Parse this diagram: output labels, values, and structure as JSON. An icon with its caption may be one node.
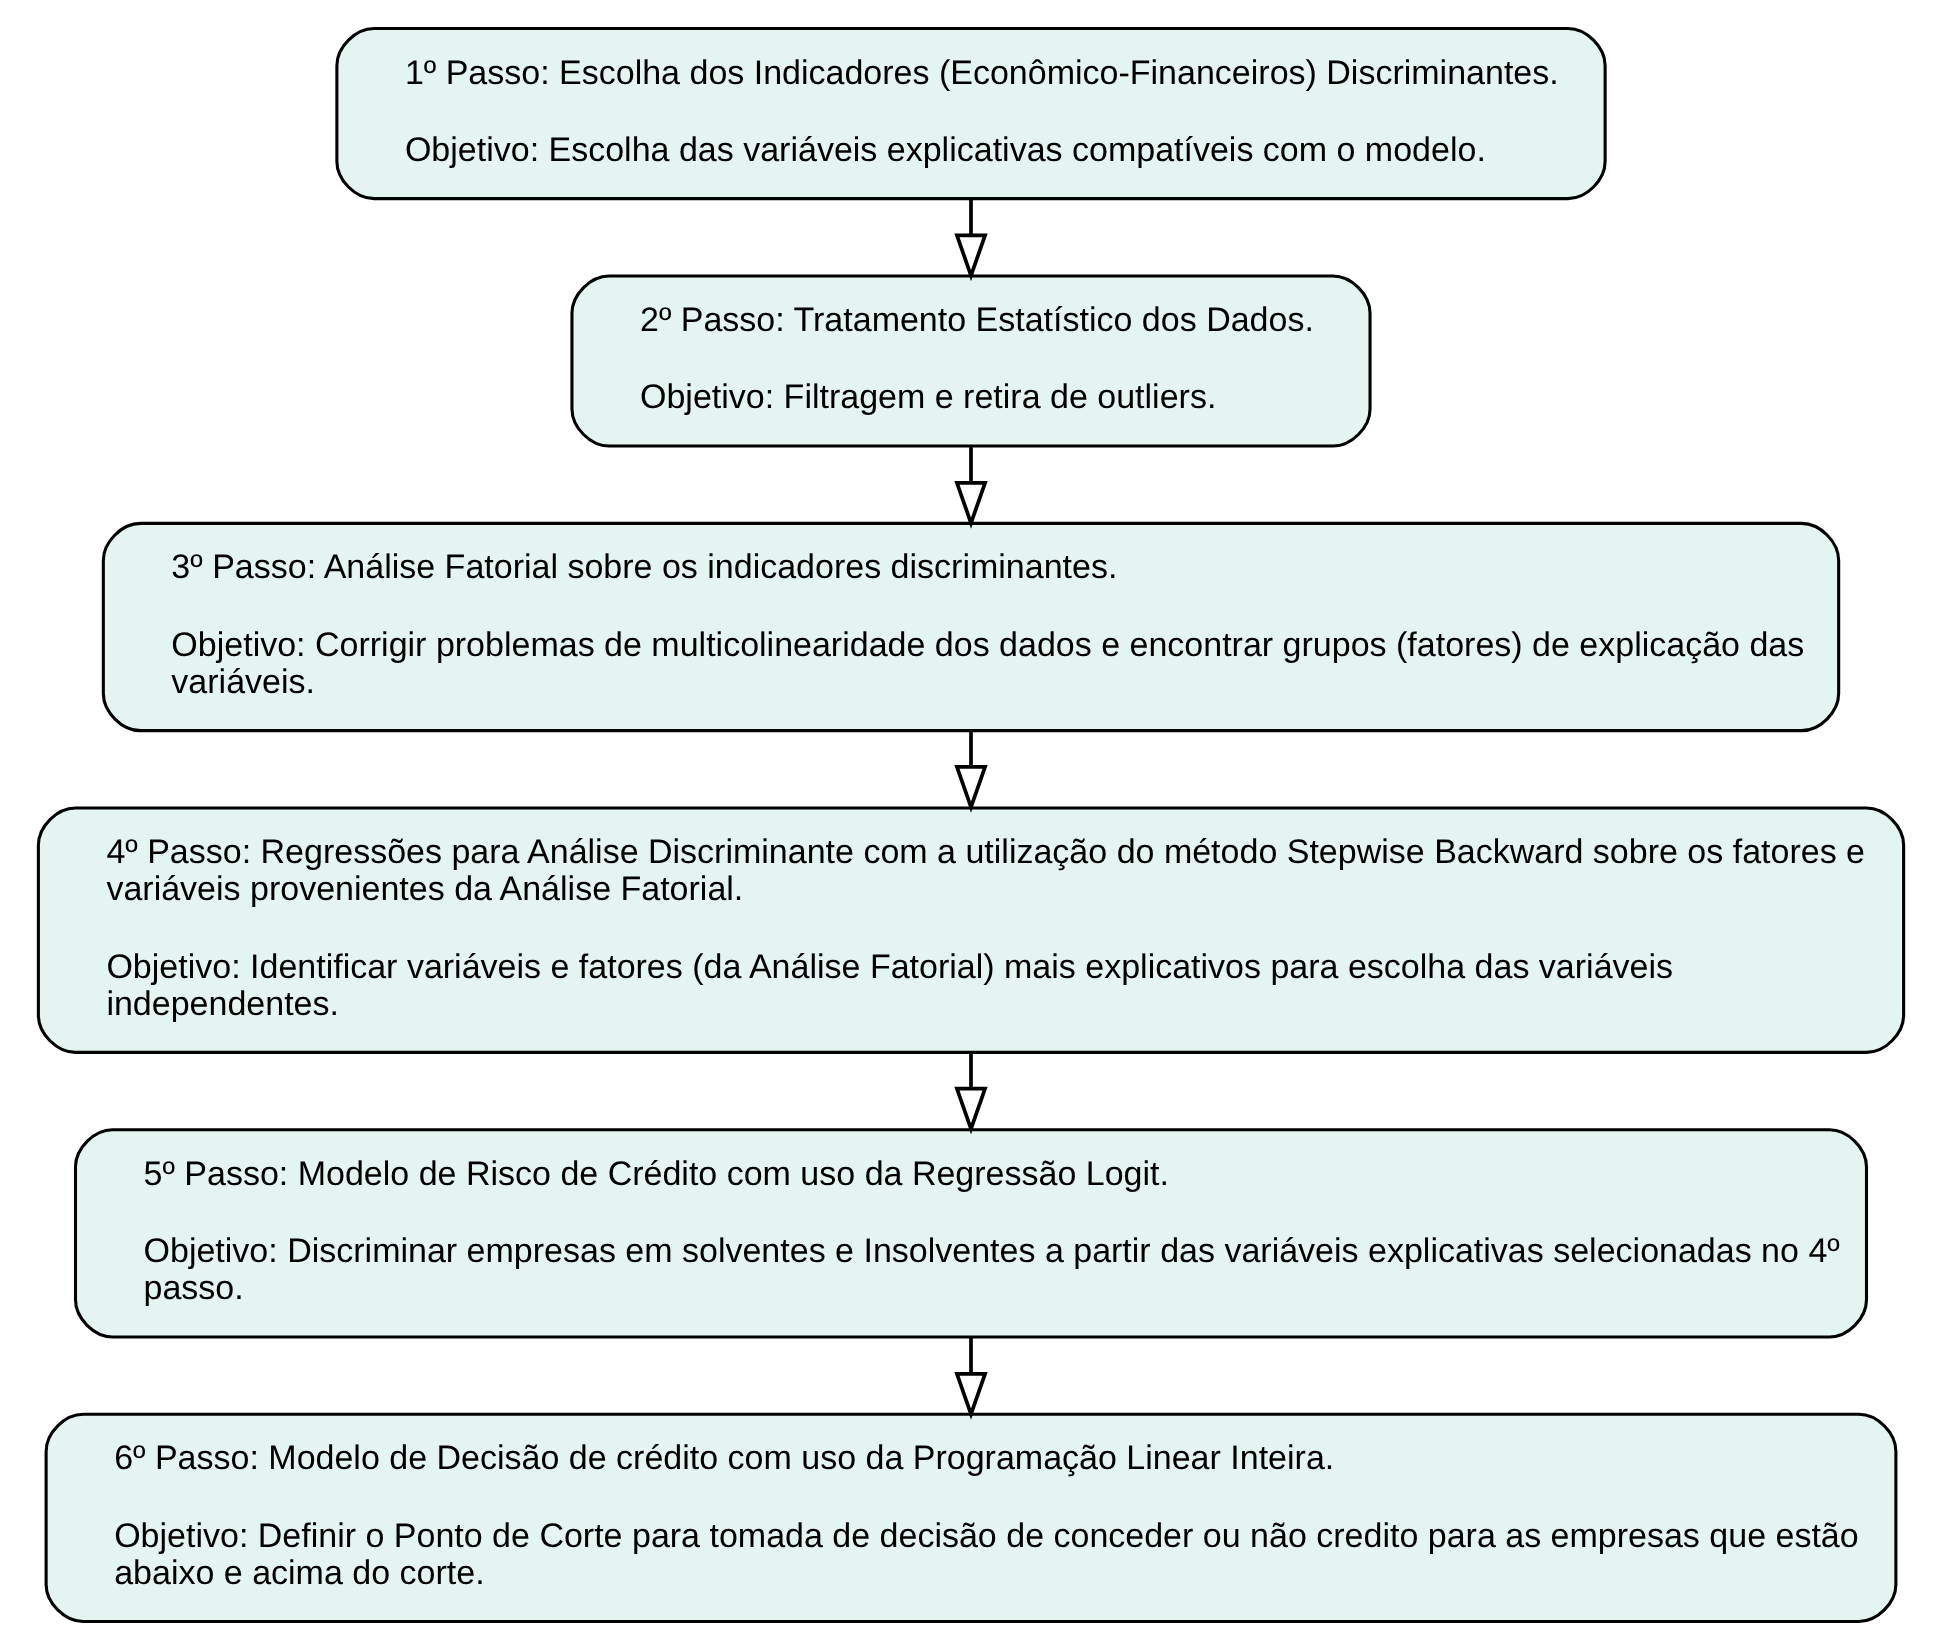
{
  "diagram": {
    "nodes": [
      {
        "text": [
          "1º Passo: Escolha dos Indicadores (Econômico-Financeiros) Discriminantes.",
          "Objetivo: Escolha das variáveis explicativas compatíveis com o modelo."
        ]
      },
      {
        "text": [
          "2º Passo: Tratamento Estatístico dos Dados.",
          "Objetivo: Filtragem e retira de outliers."
        ]
      },
      {
        "text": [
          "3º Passo: Análise Fatorial sobre os indicadores discriminantes.",
          "Objetivo: Corrigir problemas de multicolinearidade dos dados e encontrar grupos (fatores) de explicação das variáveis."
        ]
      },
      {
        "text": [
          "4º Passo: Regressões para Análise Discriminante com a utilização do método Stepwise Backward sobre os fatores e variáveis provenientes da Análise Fatorial.",
          "Objetivo: Identificar variáveis e fatores (da Análise Fatorial) mais explicativos para escolha das variáveis independentes."
        ]
      },
      {
        "text": [
          "5º Passo: Modelo de Risco de Crédito com uso da Regressão Logit.",
          "Objetivo: Discriminar empresas em solventes e Insolventes a partir das variáveis explicativas selecionadas no 4º passo."
        ]
      },
      {
        "text": [
          "6º Passo: Modelo de Decisão de crédito com uso da Programação Linear Inteira.",
          "Objetivo: Definir o Ponto de Corte para tomada de decisão de conceder ou não credito para as empresas que estão abaixo e acima do corte."
        ]
      }
    ],
    "edges": [
      {
        "from": 0,
        "to": 1,
        "arrow": "to"
      },
      {
        "from": 1,
        "to": 2,
        "arrow": "to"
      },
      {
        "from": 2,
        "to": 3,
        "arrow": "to"
      },
      {
        "from": 3,
        "to": 4,
        "arrow": "to"
      },
      {
        "from": 4,
        "to": 5,
        "arrow": "to"
      }
    ]
  }
}
